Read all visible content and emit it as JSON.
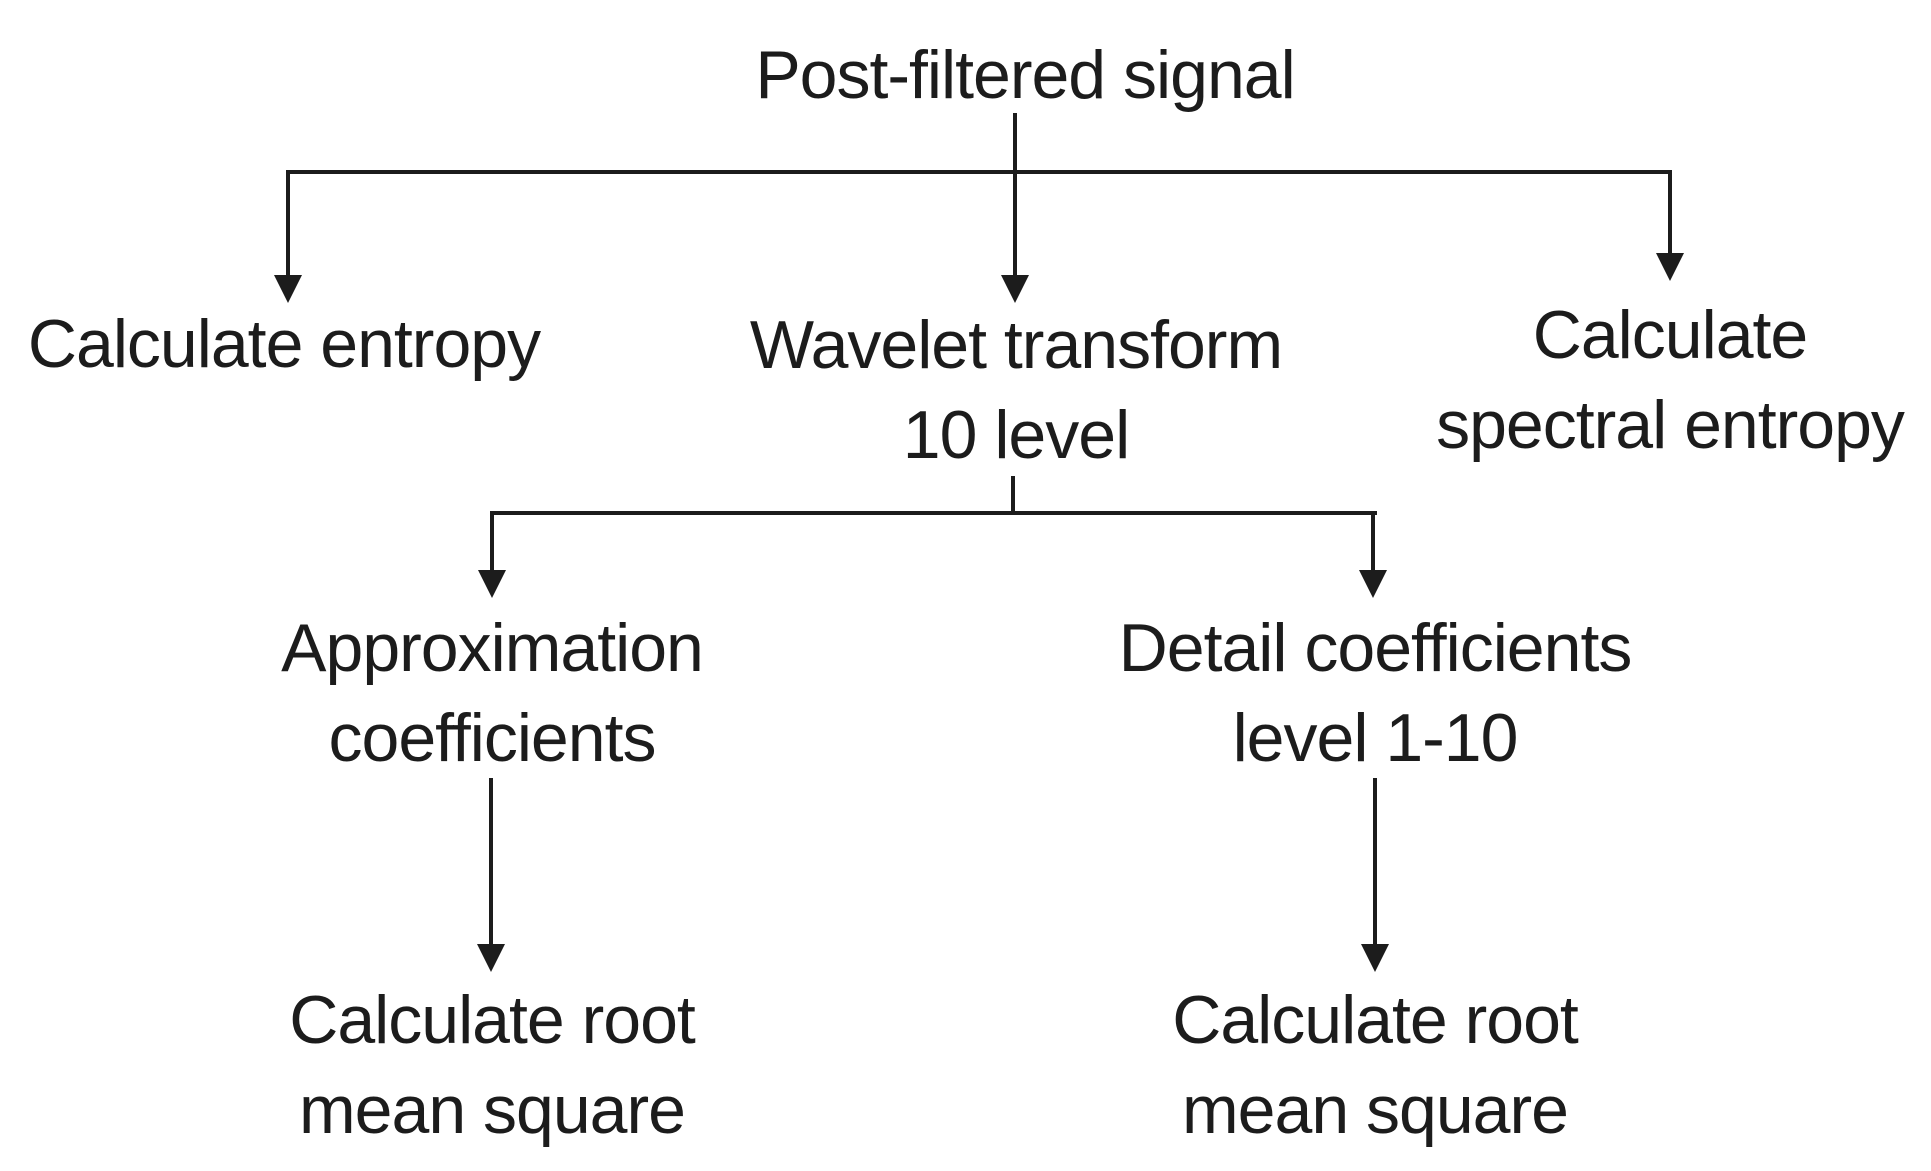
{
  "diagram": {
    "type": "flowchart",
    "colors": {
      "line": "#1c1c1c",
      "text": "#1c1c1c",
      "background": "#ffffff"
    },
    "nodes": {
      "post_filtered_signal": {
        "label": "Post-filtered signal"
      },
      "calculate_entropy": {
        "label": "Calculate entropy"
      },
      "wavelet_transform": {
        "line1": "Wavelet transform",
        "line2": "10 level"
      },
      "calculate_spectral_entropy": {
        "line1": "Calculate",
        "line2": "spectral entropy"
      },
      "approximation_coefficients": {
        "line1": "Approximation",
        "line2": "coefficients"
      },
      "detail_coefficients": {
        "line1": "Detail coefficients",
        "line2": "level 1-10"
      },
      "calculate_rms_left": {
        "line1": "Calculate root",
        "line2": "mean square"
      },
      "calculate_rms_right": {
        "line1": "Calculate root",
        "line2": "mean square"
      }
    },
    "edges": [
      {
        "from": "post_filtered_signal",
        "to": "calculate_entropy"
      },
      {
        "from": "post_filtered_signal",
        "to": "wavelet_transform"
      },
      {
        "from": "post_filtered_signal",
        "to": "calculate_spectral_entropy"
      },
      {
        "from": "wavelet_transform",
        "to": "approximation_coefficients"
      },
      {
        "from": "wavelet_transform",
        "to": "detail_coefficients"
      },
      {
        "from": "approximation_coefficients",
        "to": "calculate_rms_left"
      },
      {
        "from": "detail_coefficients",
        "to": "calculate_rms_right"
      }
    ]
  }
}
